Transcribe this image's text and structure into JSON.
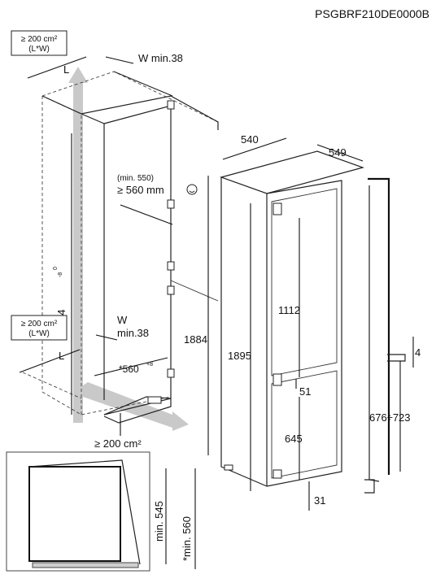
{
  "model_code": "PSGBRF210DE0000B",
  "labels": {
    "area_top": "≥ 200 cm²",
    "area_top_sub": "(L*W)",
    "W_top": "W min.38",
    "L_top": "L",
    "cabinet_height": "1894",
    "cabinet_height_tol_plus": "0",
    "cabinet_height_tol_minus": "-8",
    "door_opening_min": "(min. 550)",
    "door_opening": "≥ 560 mm",
    "area_bottom": "≥ 200 cm²",
    "area_bottom_sub": "(L*W)",
    "W_bottom": "W",
    "W_bottom_min": "min.38",
    "L_bottom": "L",
    "niche_width": "*560",
    "niche_width_tol": "+8",
    "area_floor": "≥ 200 cm²",
    "width_540": "540",
    "depth_549": "549",
    "appliance_height_1884": "1884",
    "appliance_height_1895": "1895",
    "fridge_height_1112": "1112",
    "gap_51": "51",
    "freezer_height_645": "645",
    "foot_31": "31",
    "gap_4": "4",
    "door_range": "676÷723",
    "inset_depth_545": "min. 545",
    "inset_depth_560": "*min. 560"
  }
}
